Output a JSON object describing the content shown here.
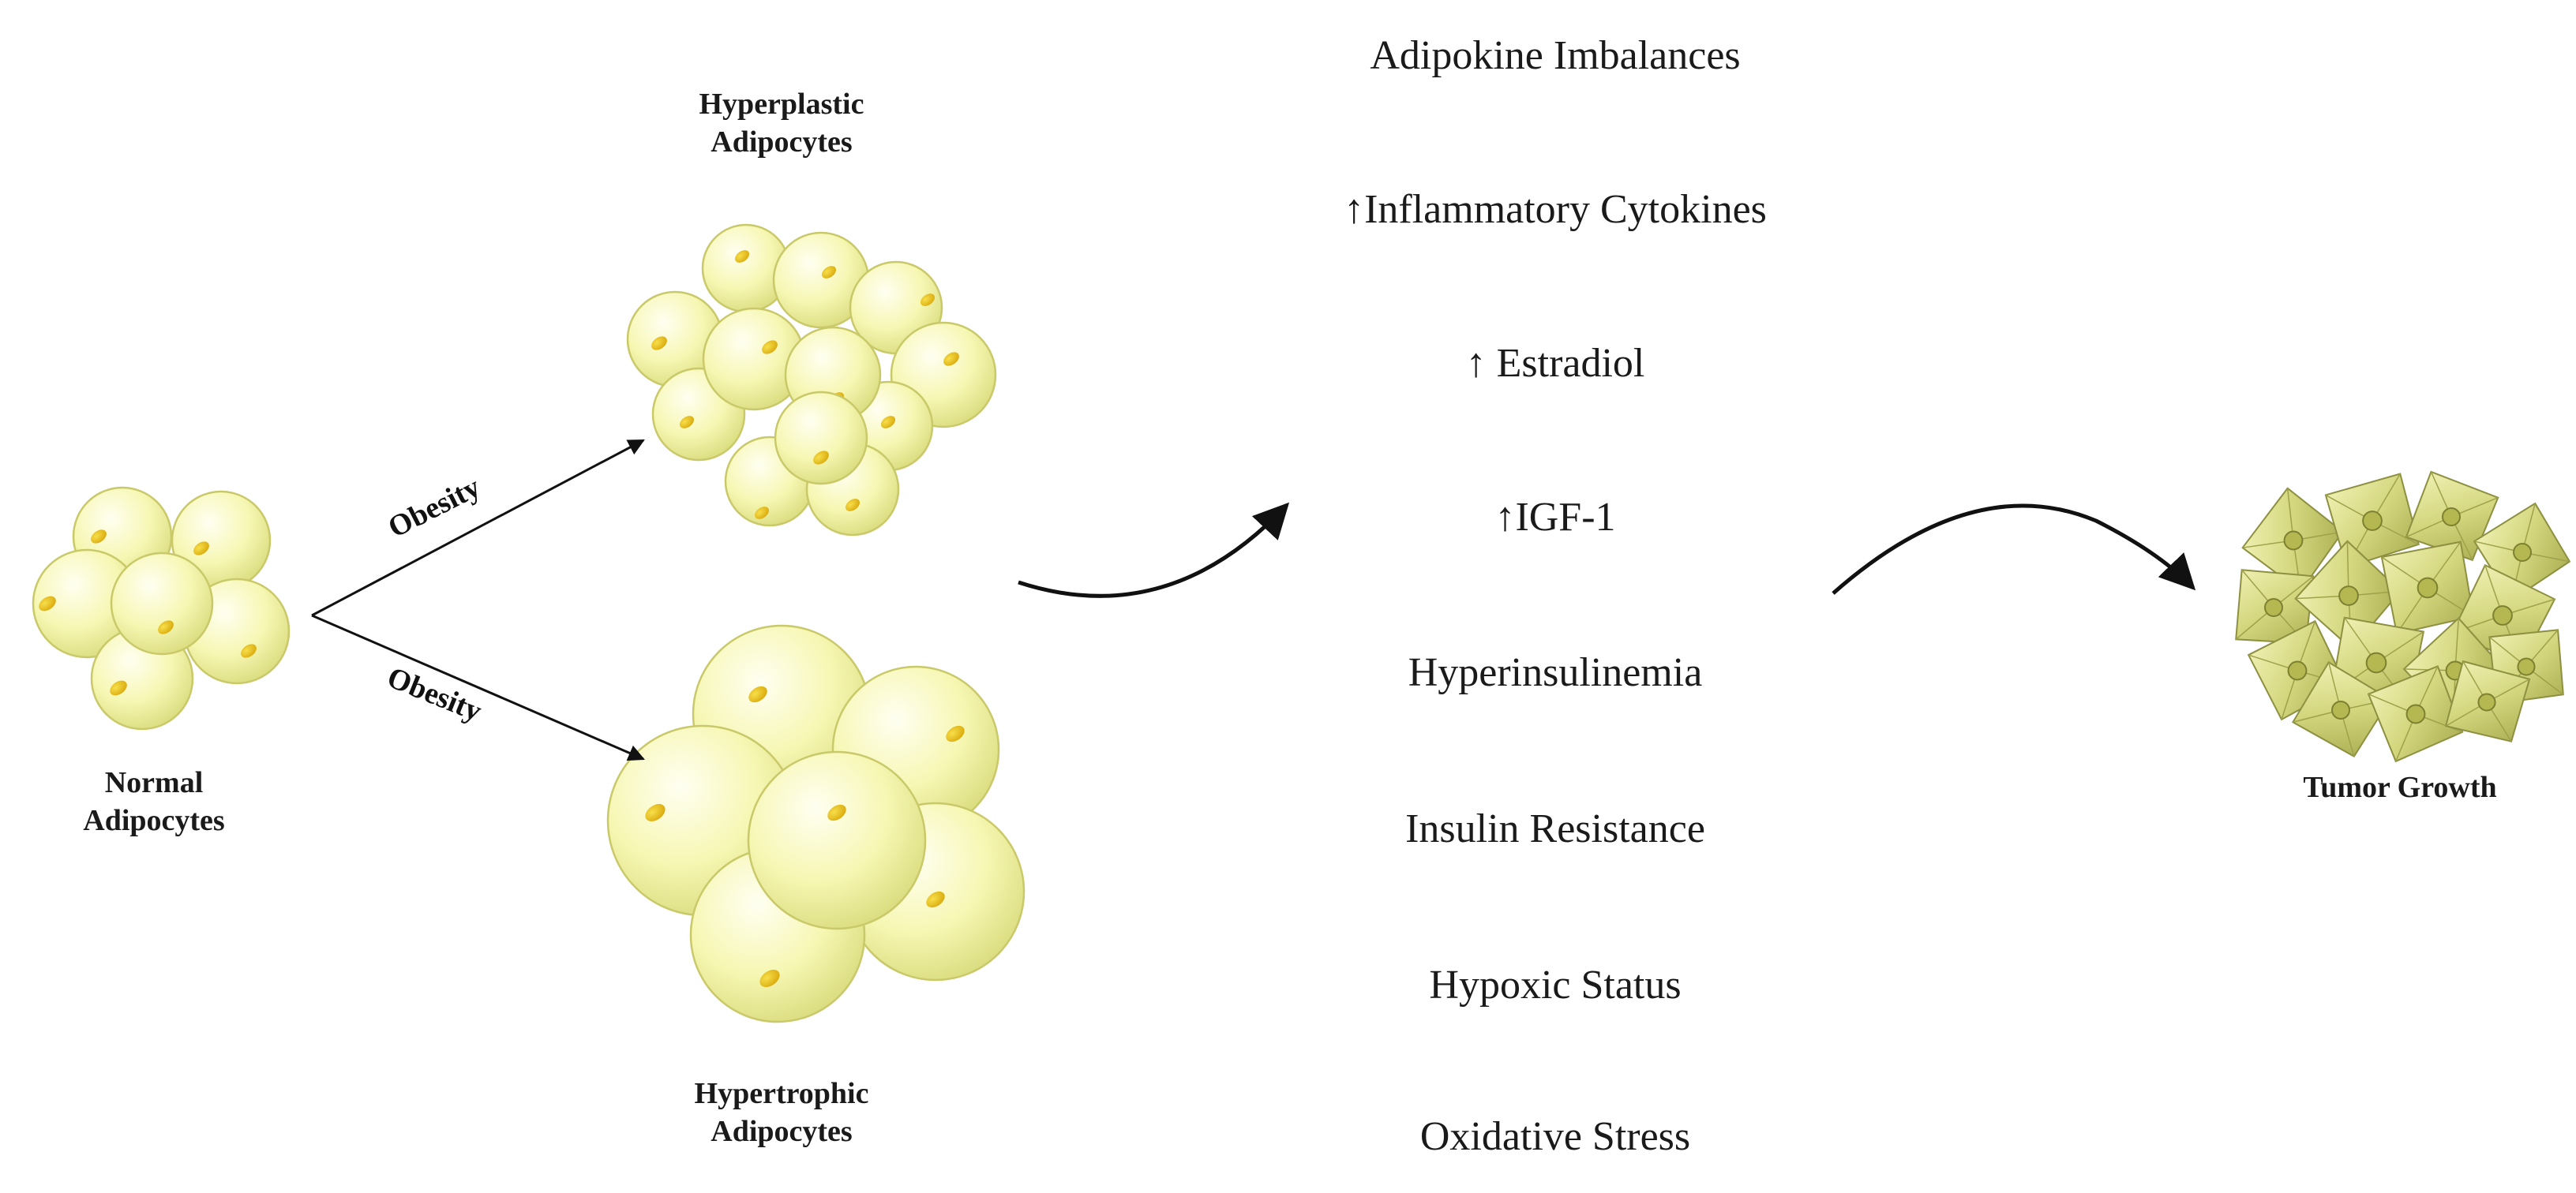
{
  "clusters": {
    "normal": {
      "label_line1": "Normal",
      "label_line2": "Adipocytes"
    },
    "hyperplastic": {
      "label_line1": "Hyperplastic",
      "label_line2": "Adipocytes"
    },
    "hypertrophic": {
      "label_line1": "Hypertrophic",
      "label_line2": "Adipocytes"
    },
    "tumor": {
      "label": "Tumor Growth"
    }
  },
  "edges": {
    "upper": {
      "label": "Obesity"
    },
    "lower": {
      "label": "Obesity"
    }
  },
  "factors": [
    "Adipokine Imbalances",
    "↑Inflammatory Cytokines",
    "↑ Estradiol",
    "↑IGF-1",
    "Hyperinsulinemia",
    "Insulin Resistance",
    "Hypoxic Status",
    "Oxidative Stress"
  ],
  "colors": {
    "cell_fill": "#f4f5a8",
    "cell_edge": "#c9c96a",
    "nucleus": "#e8c21a",
    "tumor_fill": "#d9dc86",
    "arrow": "#111111"
  }
}
